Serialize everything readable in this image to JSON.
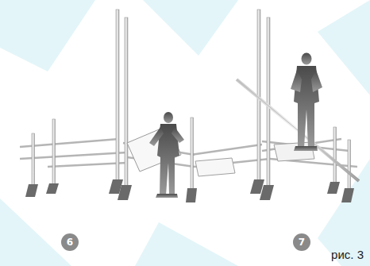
{
  "diagram": {
    "caption": "рис. 3",
    "labels": [
      "6",
      "7"
    ]
  }
}
